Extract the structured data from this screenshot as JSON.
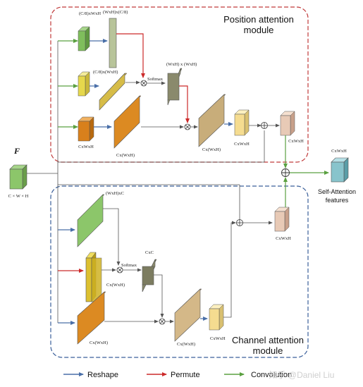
{
  "position_module": {
    "title_line1": "Position attention",
    "title_line2": "module",
    "labels": {
      "b_top": "(C/8)xWxH",
      "c_top": "(WxH)x(C/8)",
      "c2_top": "(C/8)x(WxH)",
      "softmax": "Softmax",
      "att_top": "(WxH) x (WxH)",
      "d_bottom": "CxWxH",
      "d2_bottom": "Cx(WxH)",
      "d3_bottom": "Cx(WxH)",
      "out_small": "CxWxH",
      "pos_out": "CxWxH"
    }
  },
  "channel_module": {
    "title_line1": "Channel attention",
    "title_line2": "module",
    "labels": {
      "a_top": "(WxH)xC",
      "b_bottom": "Cx(WxH)",
      "a2_bottom": "Cx(WxH)",
      "softmax": "Softmax",
      "att_top": "CxC",
      "e_bottom": "Cx(WxH)",
      "out_small": "CxWxH",
      "ch_out": "CxWxH"
    }
  },
  "input": {
    "symbol": "F",
    "dims": "C × W × H"
  },
  "output": {
    "dims": "CxWxH",
    "label_line1": "Self-Attention",
    "label_line2": "features"
  },
  "legend": {
    "reshape": "Reshape",
    "permute": "Permute",
    "convolution": "Convolution"
  },
  "watermark": "知乎 @Daniel Liu",
  "colors": {
    "reshape": "#4a6fa8",
    "permute": "#cc2a2a",
    "convolution": "#5aa040",
    "position_border": "#c03a3a",
    "channel_border": "#3a5f9a"
  }
}
